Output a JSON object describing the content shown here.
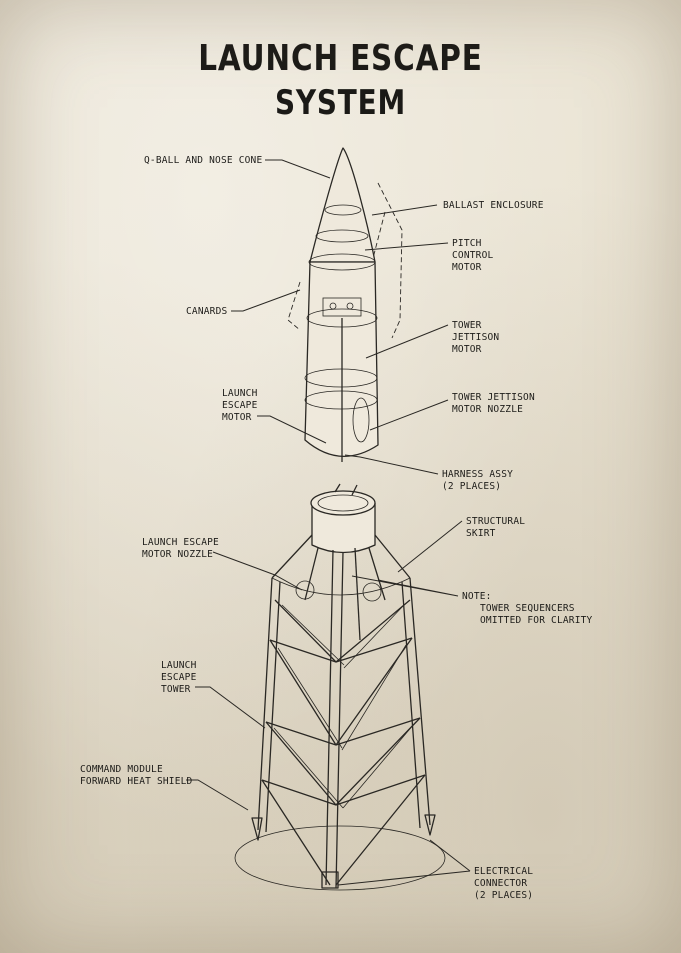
{
  "title": {
    "line1": "LAUNCH ESCAPE",
    "line2": "SYSTEM"
  },
  "labels": {
    "qball": "Q-BALL AND NOSE CONE",
    "ballast": "BALLAST ENCLOSURE",
    "pitch": [
      "PITCH",
      "CONTROL",
      "MOTOR"
    ],
    "canards": "CANARDS",
    "tower_jettison_motor": [
      "TOWER",
      "JETTISON",
      "MOTOR"
    ],
    "launch_escape_motor": [
      "LAUNCH",
      "ESCAPE",
      "MOTOR"
    ],
    "tower_jettison_nozzle": [
      "TOWER JETTISON",
      "MOTOR NOZZLE"
    ],
    "harness": [
      "HARNESS ASSY",
      "(2 PLACES)"
    ],
    "structural_skirt": [
      "STRUCTURAL",
      "SKIRT"
    ],
    "motor_nozzle": [
      "LAUNCH ESCAPE",
      "MOTOR NOZZLE"
    ],
    "note": [
      "NOTE:",
      "TOWER SEQUENCERS",
      "OMITTED FOR CLARITY"
    ],
    "tower": [
      "LAUNCH",
      "ESCAPE",
      "TOWER"
    ],
    "command_module": [
      "COMMAND MODULE",
      "FORWARD HEAT SHIELD"
    ],
    "connector": [
      "ELECTRICAL",
      "CONNECTOR",
      "(2 PLACES)"
    ]
  },
  "colors": {
    "paper": "#ebe5d6",
    "ink": "#1e1d1a"
  }
}
